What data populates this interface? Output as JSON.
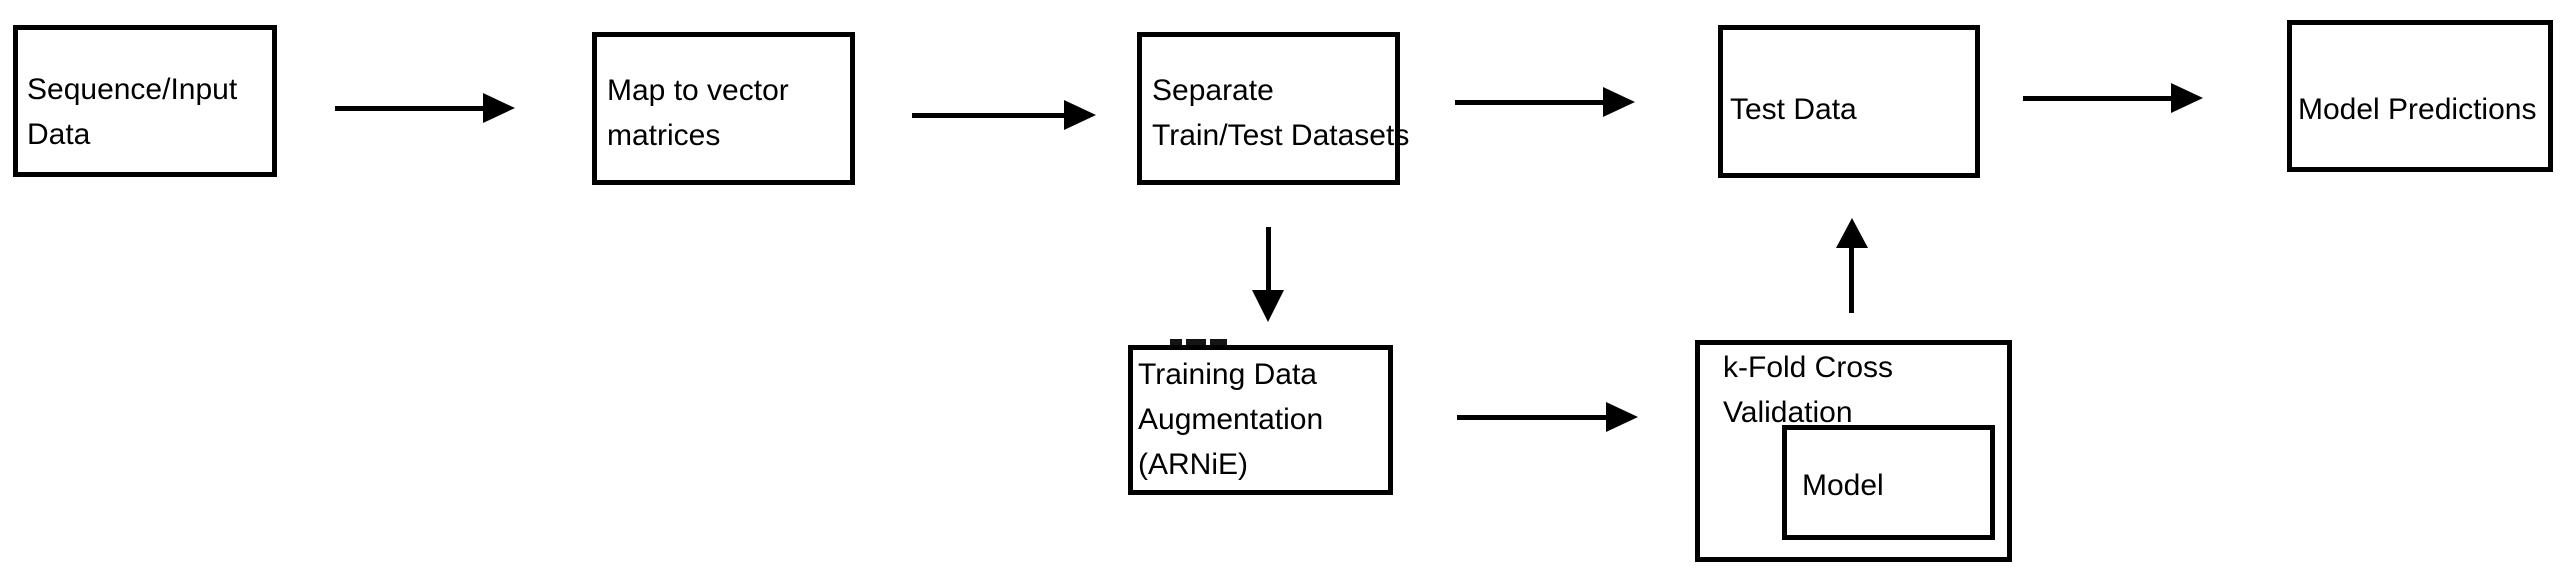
{
  "diagram": {
    "background_color": "#ffffff",
    "stroke_color": "#000000",
    "nodes": [
      {
        "id": "sequence-input-data",
        "label": "Sequence/Input\nData"
      },
      {
        "id": "map-to-vector-matrices",
        "label": "Map to vector\nmatrices"
      },
      {
        "id": "separate-train-test-datasets",
        "label": "Separate\nTrain/Test Datasets"
      },
      {
        "id": "test-data",
        "label": "Test Data"
      },
      {
        "id": "model-predictions",
        "label": "Model Predictions"
      },
      {
        "id": "training-data-augmentation",
        "label": "Training Data\nAugmentation\n(ARNiE)"
      },
      {
        "id": "k-fold-cross-validation",
        "label": "k-Fold Cross\nValidation"
      },
      {
        "id": "model",
        "label": "Model",
        "parent": "k-fold-cross-validation"
      }
    ],
    "edges": [
      {
        "from": "sequence-input-data",
        "to": "map-to-vector-matrices",
        "direction": "right"
      },
      {
        "from": "map-to-vector-matrices",
        "to": "separate-train-test-datasets",
        "direction": "right"
      },
      {
        "from": "separate-train-test-datasets",
        "to": "test-data",
        "direction": "right"
      },
      {
        "from": "test-data",
        "to": "model-predictions",
        "direction": "right"
      },
      {
        "from": "separate-train-test-datasets",
        "to": "training-data-augmentation",
        "direction": "down"
      },
      {
        "from": "training-data-augmentation",
        "to": "k-fold-cross-validation",
        "direction": "right"
      },
      {
        "from": "k-fold-cross-validation",
        "to": "test-data",
        "direction": "up"
      }
    ]
  }
}
